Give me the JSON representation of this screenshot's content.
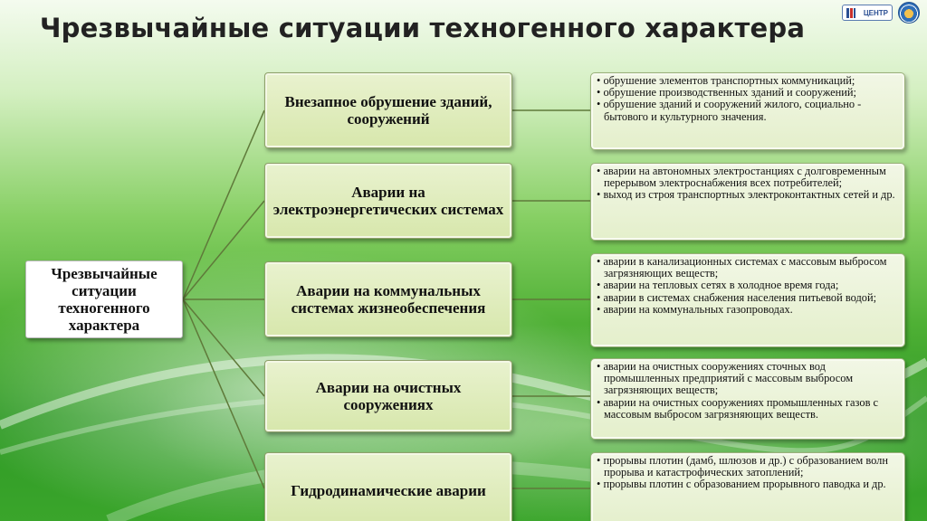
{
  "slide": {
    "title": "Чрезвычайные ситуации техногенного характера",
    "logo_text": "ЦЕНТР"
  },
  "colors": {
    "category_fill": "#dce9b5",
    "detail_fill": "#ebf3d8",
    "connector": "#5f7a3a",
    "background_green": "#4fb035"
  },
  "diagram": {
    "root": {
      "label": "Чрезвычайные ситуации техногенного характера"
    },
    "categories": [
      {
        "label": "Внезапное обрушение зданий, сооружений",
        "details": [
          "обрушение элементов транспортных коммуникаций;",
          "обрушение производственных зданий и сооружений;",
          "обрушение зданий и сооружений жилого, социально - бытового и культурного значения."
        ]
      },
      {
        "label": "Аварии на электроэнергетических системах",
        "details": [
          "аварии на автономных электростанциях с долговременным перерывом электроснабжения всех потребителей;",
          "выход из строя транспортных электроконтактных сетей и др."
        ]
      },
      {
        "label": "Аварии на коммунальных системах жизнеобеспечения",
        "details": [
          "аварии в канализационных системах с массовым выбросом загрязняющих веществ;",
          "аварии на тепловых сетях в холодное время года;",
          "аварии в системах снабжения населения питьевой водой;",
          "аварии на коммунальных газопроводах."
        ]
      },
      {
        "label": "Аварии на очистных сооружениях",
        "details": [
          "аварии на очистных сооружениях сточных вод промышленных предприятий с массовым выбросом загрязняющих веществ;",
          "аварии на очистных сооружениях промышленных газов с массовым выбросом загрязняющих веществ."
        ]
      },
      {
        "label": "Гидродинамические аварии",
        "details": [
          "прорывы плотин (дамб, шлюзов и др.) с образованием волн прорыва и катастрофических затоплений;",
          "прорывы плотин с образованием прорывного паводка и др."
        ]
      }
    ]
  }
}
